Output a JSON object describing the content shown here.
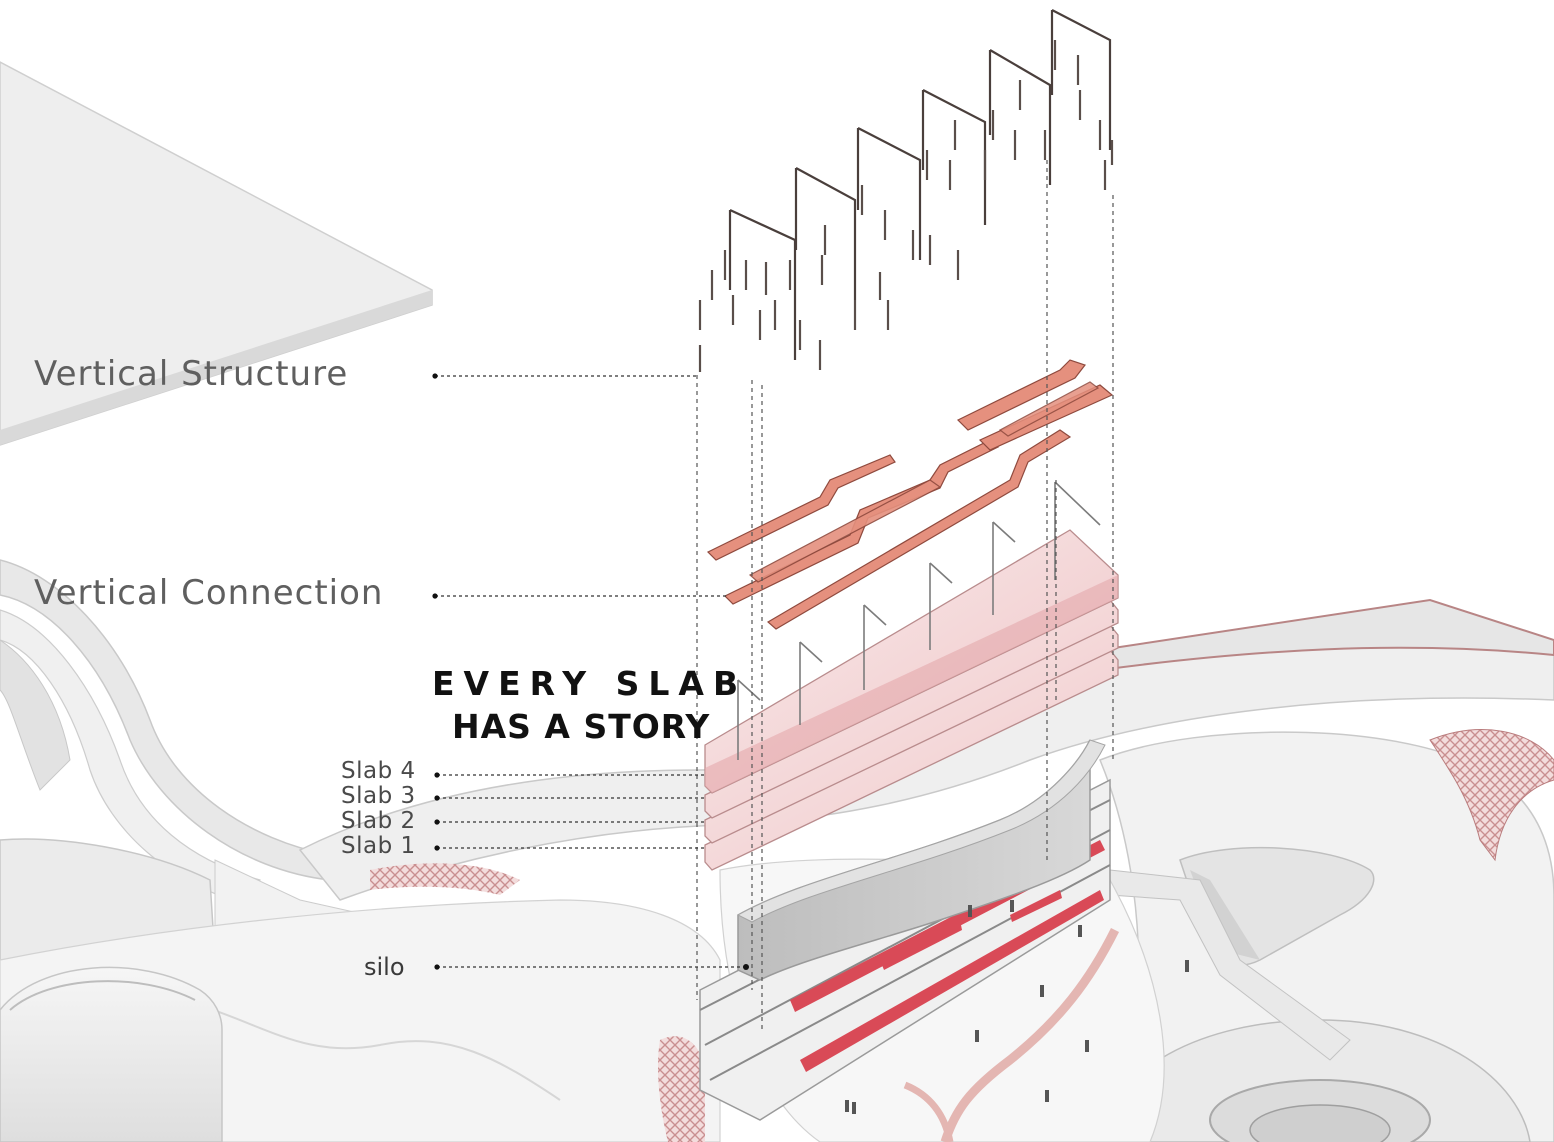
{
  "labels": {
    "vertical_structure": "Vertical Structure",
    "vertical_connection": "Vertical Connection",
    "slab4": "Slab 4",
    "slab3": "Slab 3",
    "slab2": "Slab 2",
    "slab1": "Slab 1",
    "silo": "silo"
  },
  "title": {
    "line1": "EVERY SLAB",
    "line2": "HAS A STORY"
  },
  "colors": {
    "connection": "#e5907e",
    "slab_tint": "#f0c9c9",
    "accent_red": "#d94a57",
    "structure": "#4a3f3c",
    "massing": "#ececec",
    "massing_shadow": "#cfcfcf"
  }
}
